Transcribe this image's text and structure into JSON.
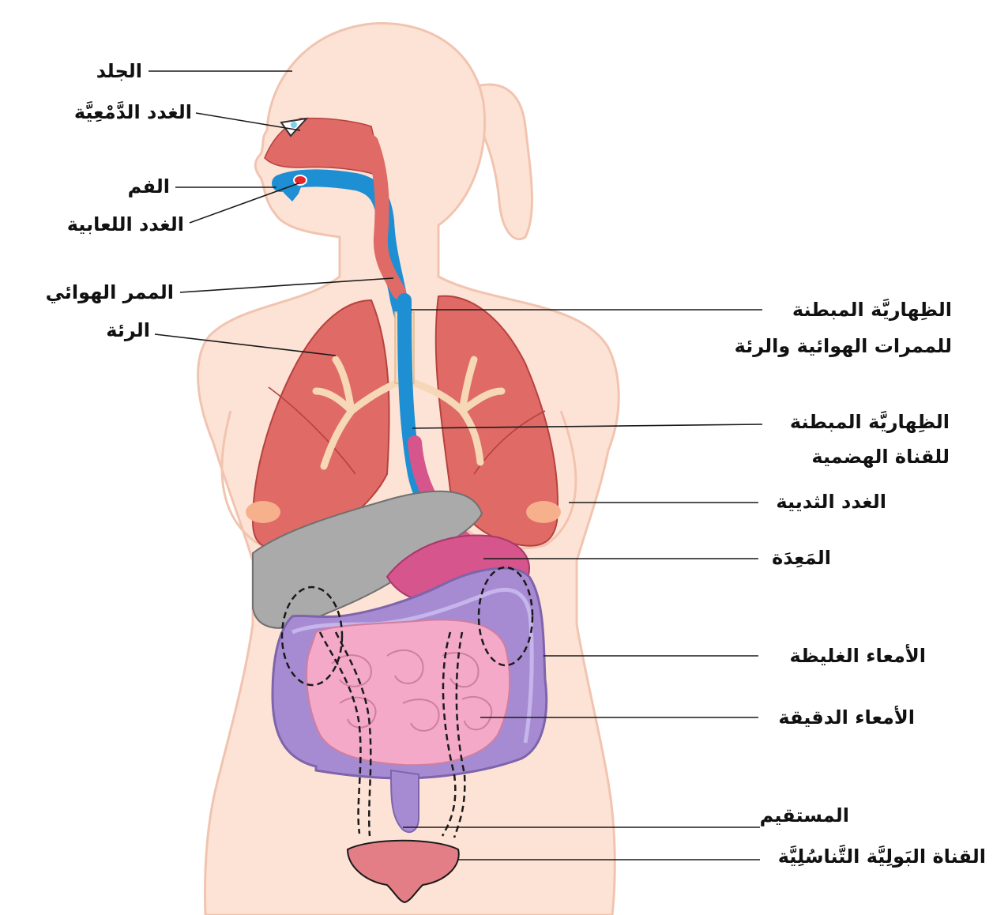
{
  "labels": {
    "skin": "الجلد",
    "lacrimal": "الغدد الدَّمْعِيَّة",
    "mouth": "الفم",
    "salivary": "الغدد اللعابية",
    "airway": "الممر الهوائي",
    "lung": "الرئة",
    "resp_epithelium_1": "الظِهاريَّة المبطنة",
    "resp_epithelium_2": "للممرات الهوائية والرئة",
    "gi_epithelium_1": "الظِهاريَّة المبطنة",
    "gi_epithelium_2": "للقناة الهضمية",
    "mammary": "الغدد الثديية",
    "stomach": "المَعِدَة",
    "large_intestine": "الأمعاء الغليظة",
    "small_intestine": "الأمعاء الدقيقة",
    "rectum": "المستقيم",
    "urogenital": "القناة البَولِيَّة التَّناسُلِيَّة"
  },
  "colors": {
    "skin": "#fde3d6",
    "skin_outline": "#f1c4b0",
    "organ_red": "#e06a66",
    "airway_blue": "#1d8fd2",
    "liver_gray": "#a9aaa9",
    "stomach_pink": "#d6558c",
    "large_intestine_purple": "#a78bd2",
    "small_intestine_pink": "#f3a9c7",
    "bladder": "#e47e86",
    "breast": "#f6b08c"
  }
}
